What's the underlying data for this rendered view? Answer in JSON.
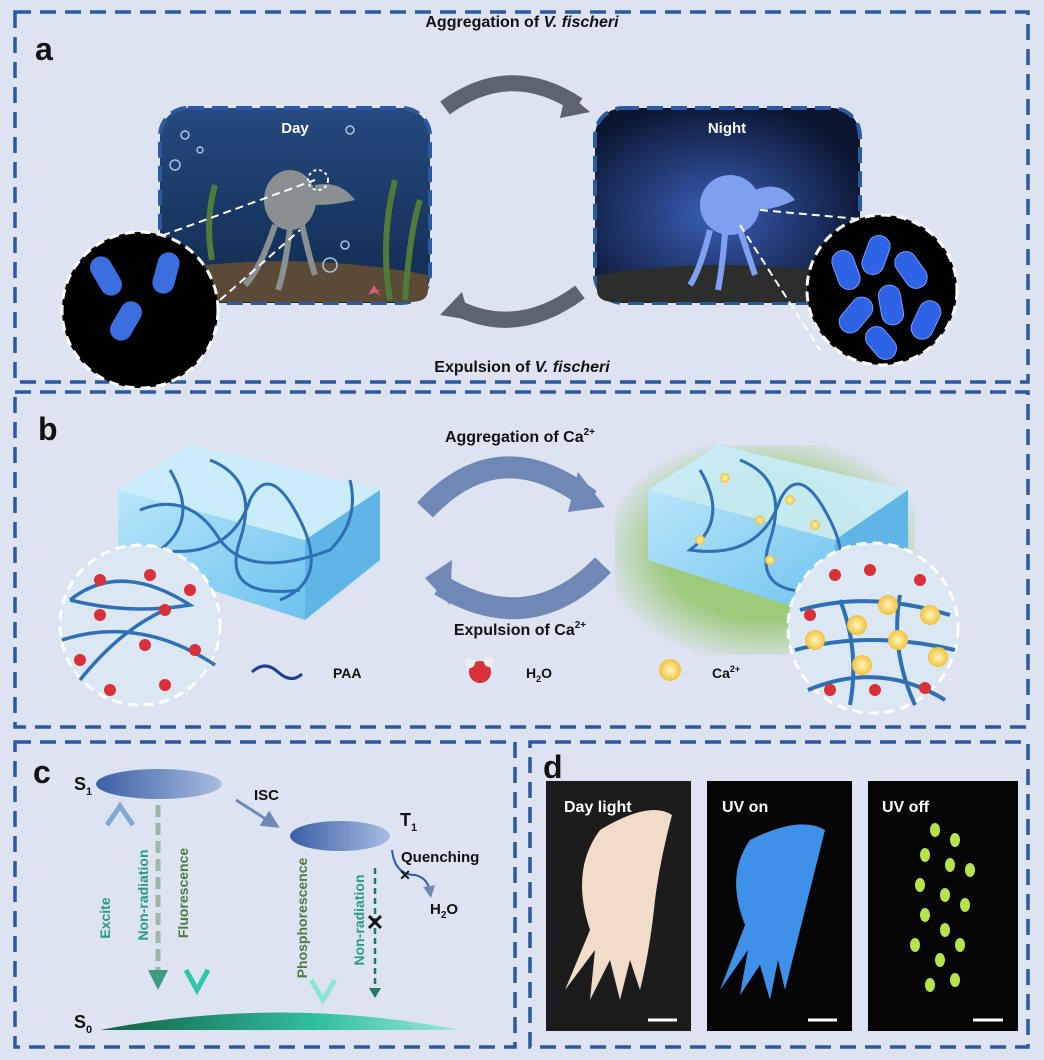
{
  "panel_a": {
    "letter": "a",
    "top_caption_prefix": "Aggregation of ",
    "top_caption_species": "V. fischeri",
    "bottom_caption_prefix": "Expulsion of ",
    "bottom_caption_species": "V. fischeri",
    "day_label": "Day",
    "night_label": "Night"
  },
  "panel_b": {
    "letter": "b",
    "top_caption": "Aggregation of Ca",
    "top_caption_sup": "2+",
    "bottom_caption": "Expulsion of Ca",
    "bottom_caption_sup": "2+",
    "legend": {
      "paa": "PAA",
      "water_main": "H",
      "water_sub": "2",
      "water_end": "O",
      "calcium": "Ca",
      "calcium_sup": "2+"
    }
  },
  "panel_c": {
    "letter": "c",
    "s1": {
      "main": "S",
      "sub": "1"
    },
    "s0": {
      "main": "S",
      "sub": "0"
    },
    "t1": {
      "main": "T",
      "sub": "1"
    },
    "isc": "ISC",
    "excite": "Excite",
    "non_radiation_1": "Non-radiation",
    "fluorescence": "Fluorescence",
    "phosphorescence": "Phosphorescence",
    "non_radiation_2": "Non-radiation",
    "quenching": "Quenching",
    "water_main": "H",
    "water_sub": "2",
    "water_end": "O"
  },
  "panel_d": {
    "letter": "d",
    "photos": [
      {
        "label": "Day light"
      },
      {
        "label": "UV on"
      },
      {
        "label": "UV off"
      }
    ]
  },
  "colors": {
    "border": "#2b5aa0",
    "background": "#dde3f1",
    "arrow": "#6f88b5",
    "glow": "#9cc97a",
    "teal": "#2fbfa0"
  }
}
